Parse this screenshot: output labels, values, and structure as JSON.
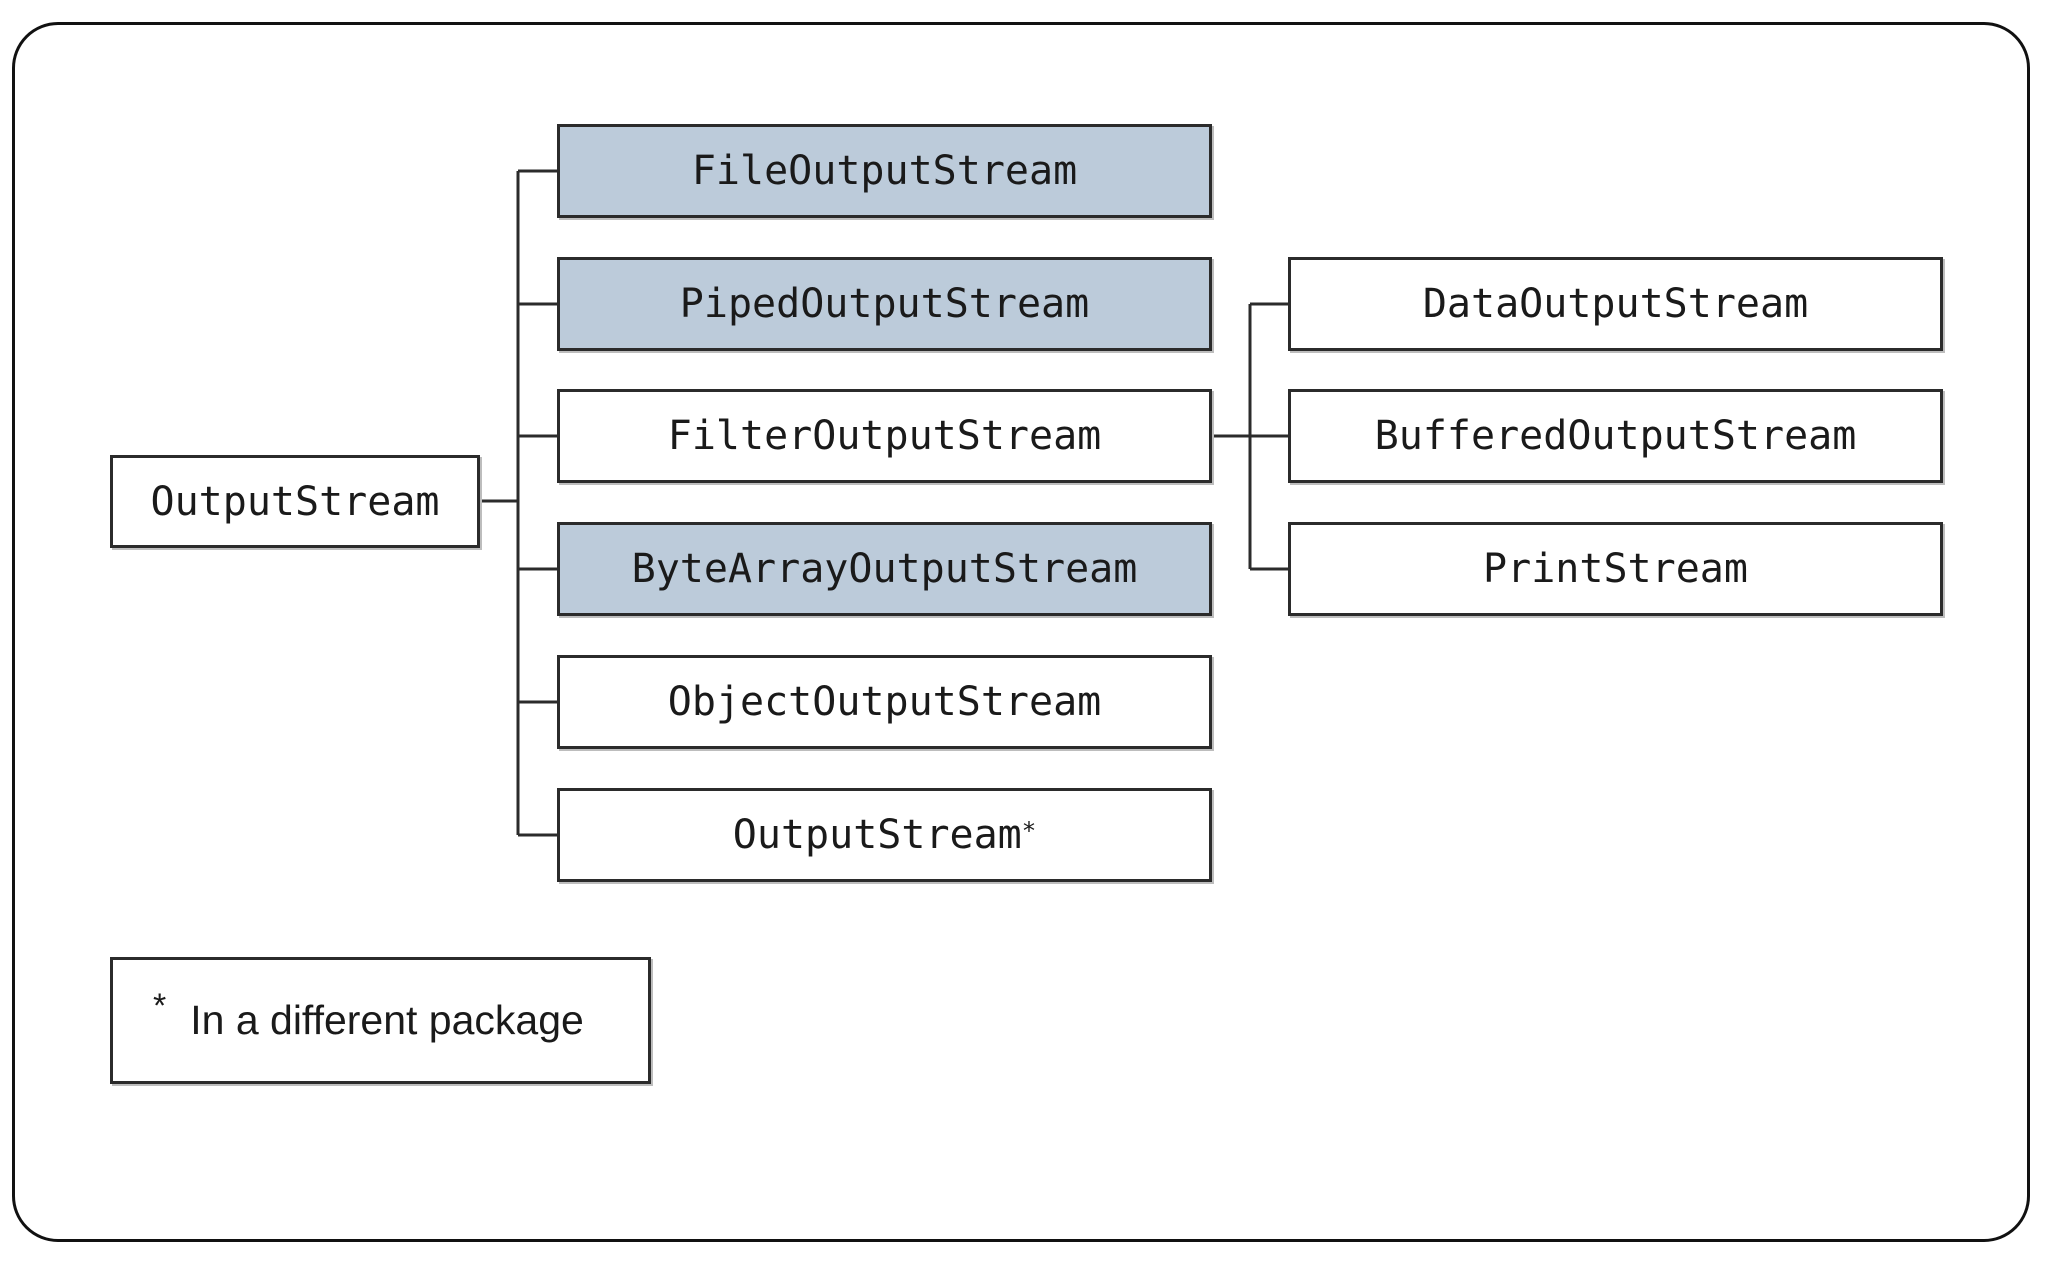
{
  "root": {
    "label": "OutputStream"
  },
  "children": [
    {
      "label": "FileOutputStream",
      "shaded": true
    },
    {
      "label": "PipedOutputStream",
      "shaded": true
    },
    {
      "label": "FilterOutputStream",
      "shaded": false
    },
    {
      "label": "ByteArrayOutputStream",
      "shaded": true
    },
    {
      "label": "ObjectOutputStream",
      "shaded": false
    },
    {
      "label": "OutputStream",
      "shaded": false,
      "marker": "*"
    }
  ],
  "filter_children": [
    {
      "label": "DataOutputStream"
    },
    {
      "label": "BufferedOutputStream"
    },
    {
      "label": "PrintStream"
    }
  ],
  "legend": {
    "marker": "*",
    "text": "In a different package"
  },
  "colors": {
    "shaded_fill": "#bccbda",
    "border": "#2b2b2b"
  }
}
